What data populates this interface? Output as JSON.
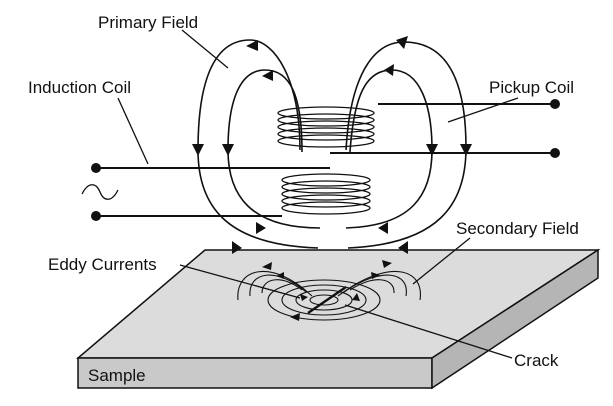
{
  "labels": {
    "primary_field": "Primary Field",
    "induction_coil": "Induction Coil",
    "pickup_coil": "Pickup Coil",
    "secondary_field": "Secondary Field",
    "eddy_currents": "Eddy Currents",
    "crack": "Crack",
    "sample": "Sample"
  },
  "colors": {
    "ink": "#111111",
    "plate_top": "#dcdcdc",
    "plate_side": "#c9c9c9",
    "plate_edge": "#b5b5b5"
  }
}
